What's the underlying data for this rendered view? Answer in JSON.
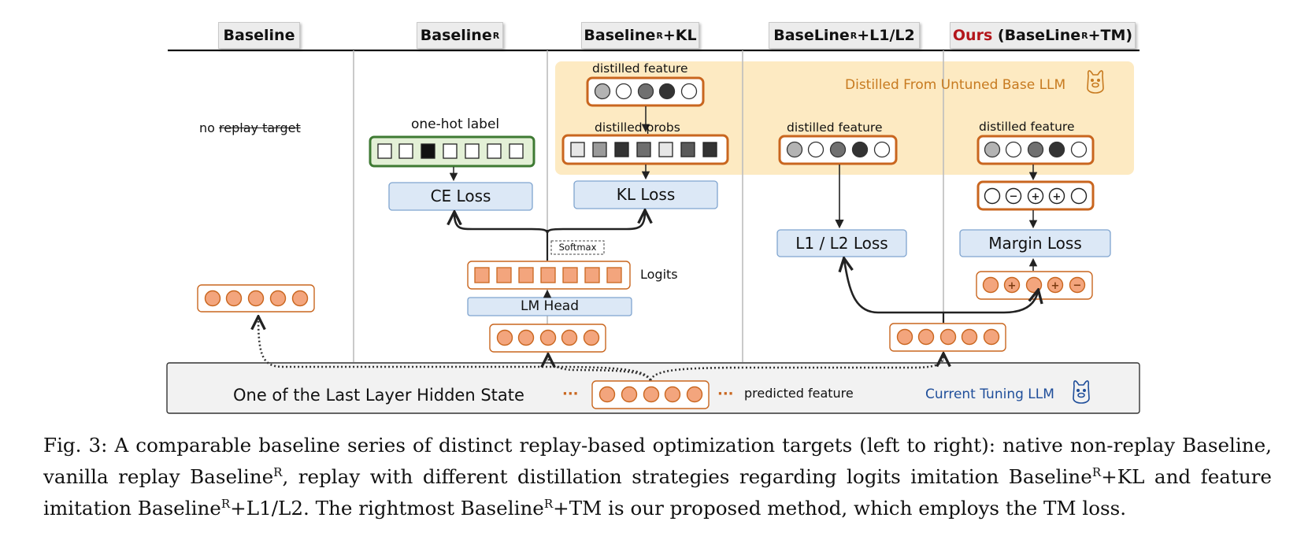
{
  "columns": {
    "baseline": "Baseline",
    "baseline_r": "Baseline",
    "baseline_r_kl_suffix": "+KL",
    "baseline_r_l1l2_prefix": "BaseLine",
    "baseline_r_l1l2_suffix": "+L1/L2",
    "ours_word": "Ours",
    "ours_rest_prefix": "(BaseLine",
    "ours_rest_suffix": "+TM)",
    "sup_r": "R"
  },
  "labels": {
    "no_word": "no",
    "replay_target": "replay target",
    "one_hot_label": "one-hot label",
    "distilled_feature": "distilled feature",
    "distilled_probs": "distilled probs",
    "distilled_from": "Distilled From Untuned Base LLM",
    "ce_loss": "CE Loss",
    "kl_loss": "KL Loss",
    "l1l2_loss": "L1 / L2 Loss",
    "margin_loss": "Margin Loss",
    "softmax": "Softmax",
    "logits": "Logits",
    "lm_head": "LM Head",
    "hidden_state": "One of the Last Layer Hidden State",
    "ellipsis": "···",
    "predicted_feature": "predicted feature",
    "current_tuning": "Current Tuning LLM"
  },
  "caption": {
    "part1": "Fig. 3: A comparable baseline series of distinct replay-based optimization targets (left to right): native non-replay Baseline, vanilla replay Baseline",
    "part2": ", replay with different distillation strategies regarding logits imitation Baseline",
    "part3": "+KL and feature imitation Baseline",
    "part4": "+L1/L2. The rightmost Baseline",
    "part5": "+TM is our proposed method, which employs the TM loss.",
    "sup": "R"
  },
  "colors": {
    "orange_fill": "#f3a57d",
    "orange_border": "#c9661f",
    "green_border": "#3e7a33",
    "green_fill": "#e3f0d6",
    "blue_box": "#dce8f6",
    "blue_border": "#7fa4cf",
    "distill_bg": "#fdeac2",
    "distill_text": "#c77a1f",
    "current_text": "#1f4e9a",
    "ours_red": "#b3161b"
  },
  "icons": [
    "llama-icon"
  ]
}
